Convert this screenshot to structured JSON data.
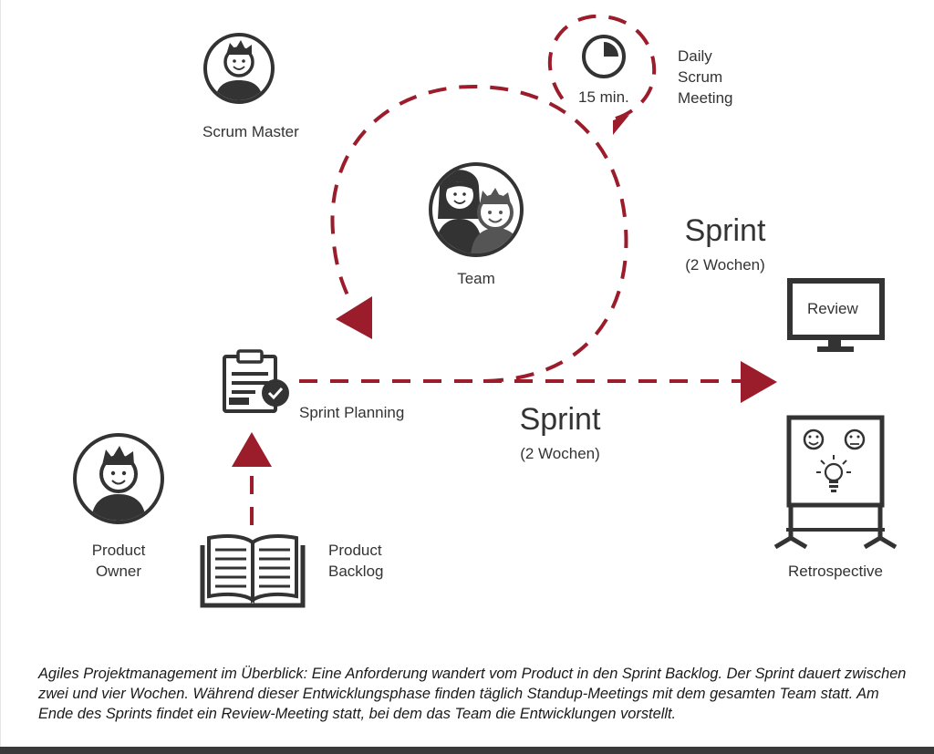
{
  "roles": {
    "scrum_master": "Scrum Master",
    "team": "Team",
    "product_owner_line1": "Product",
    "product_owner_line2": "Owner"
  },
  "daily_scrum": {
    "duration": "15 min.",
    "line1": "Daily",
    "line2": "Scrum",
    "line3": "Meeting"
  },
  "artifacts": {
    "sprint_planning": "Sprint Planning",
    "product_backlog_line1": "Product",
    "product_backlog_line2": "Backlog",
    "review": "Review",
    "retrospective": "Retrospective"
  },
  "sprint_loop": {
    "title": "Sprint",
    "duration": "(2 Wochen)"
  },
  "sprint_line": {
    "title": "Sprint",
    "duration": "(2 Wochen)"
  },
  "caption": "Agiles Projektmanagement im Überblick: Eine Anforderung wandert vom Product in den Sprint Backlog. Der Sprint dauert zwischen zwei und vier Wochen. Während dieser Entwicklungsphase finden täglich Standup-Meetings mit dem gesamten Team statt. Am Ende des Sprints findet ein Review-Meeting statt, bei dem das Team die Entwicklungen vorstellt.",
  "colors": {
    "accent": "#9b1c2a",
    "icon_dark": "#333333",
    "text": "#333333"
  }
}
